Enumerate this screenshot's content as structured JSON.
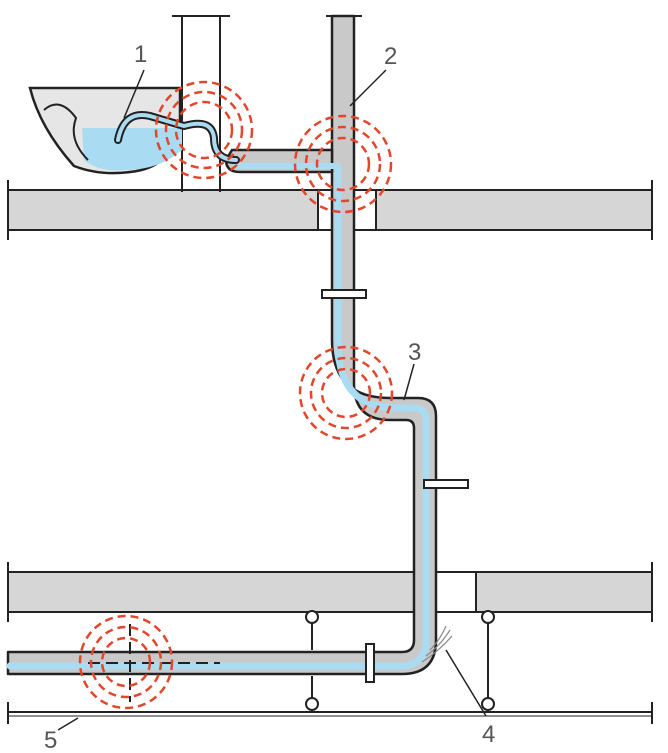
{
  "colors": {
    "pipe_fill": "#c9c9c9",
    "water": "#a9dcf2",
    "outline": "#222222",
    "slab": "#d6d6d6",
    "noise_rings": "#e2462b",
    "label": "#555555"
  },
  "callouts": [
    {
      "id": "1",
      "label": "1"
    },
    {
      "id": "2",
      "label": "2"
    },
    {
      "id": "3",
      "label": "3"
    },
    {
      "id": "4",
      "label": "4"
    },
    {
      "id": "5",
      "label": "5"
    }
  ],
  "icons": {
    "noise": "noise-rings-icon",
    "coupling": "pipe-coupling-icon",
    "hanger": "pipe-hanger-icon"
  }
}
